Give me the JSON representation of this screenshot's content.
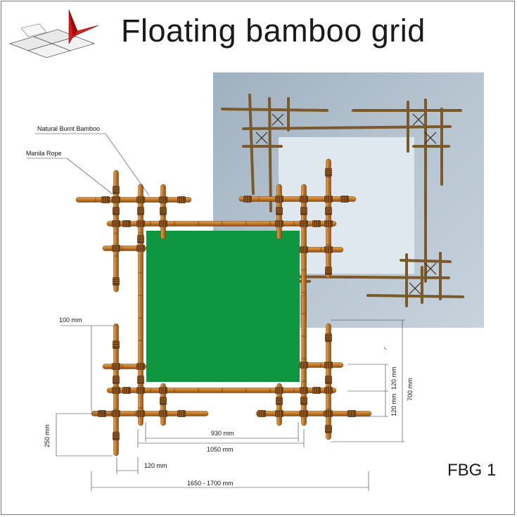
{
  "title": "Floating bamboo grid",
  "code": "FBG 1",
  "colors": {
    "bamboo": "#c8812c",
    "bamboo_dark": "#8a4e16",
    "rope": "#6b3f18",
    "panel": "#0f9640",
    "render_bg": "#a9b7c3",
    "render_panel": "#dde7ef"
  },
  "logo": {
    "icon": "ceiling-tiles-red-arrow-logo"
  },
  "callouts": {
    "natural_burnt_bamboo": "Natural Burnt Bamboo",
    "manila_rope": "Manila Rope"
  },
  "dimensions": {
    "d100": "100 mm",
    "d250": "250 mm",
    "d930": "930 mm",
    "d1050": "1050 mm",
    "d120_bottom": "120 mm",
    "d1650": "1650 - 1700 mm",
    "d120_upper": "120 mm",
    "d120_lower": "120 mm",
    "d700": "700 mm"
  }
}
